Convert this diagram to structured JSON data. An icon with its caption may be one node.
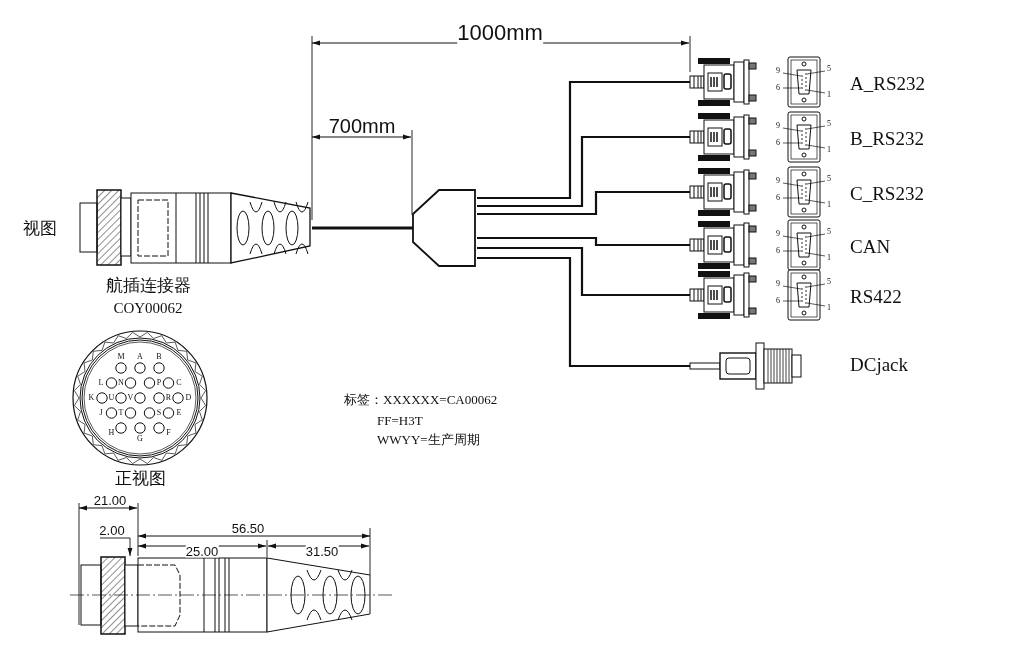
{
  "diagram": {
    "nodes": [
      {
        "text": [],
        "shape": "picture",
        "beside": [
          "视图",
          "航插连接器",
          "COY00062"
        ]
      },
      {
        "text": [],
        "shape": "box"
      },
      {
        "text": [],
        "shape": "picture"
      },
      {
        "text": [],
        "shape": "picture"
      },
      {
        "text": [],
        "shape": "picture"
      },
      {
        "text": [],
        "shape": "picture"
      },
      {
        "text": [],
        "shape": "picture"
      },
      {
        "text": [],
        "shape": "picture"
      }
    ],
    "edges": [
      {
        "from": 0,
        "to": 1,
        "arrow": "none"
      },
      {
        "from": 1,
        "to": 2,
        "arrow": "none"
      },
      {
        "from": 1,
        "to": 3,
        "arrow": "none"
      },
      {
        "from": 1,
        "to": 4,
        "arrow": "none"
      },
      {
        "from": 1,
        "to": 5,
        "arrow": "none"
      },
      {
        "from": 1,
        "to": 6,
        "arrow": "none"
      },
      {
        "from": 1,
        "to": 7,
        "arrow": "none"
      }
    ],
    "labels": [
      "1000mm",
      "700mm",
      "A_RS232",
      "B_RS232",
      "C_RS232",
      "CAN",
      "RS422",
      "DCjack",
      "9",
      "5",
      "6",
      "1",
      "9",
      "5",
      "6",
      "1",
      "9",
      "5",
      "6",
      "1",
      "9",
      "5",
      "6",
      "1",
      "9",
      "5",
      "6",
      "1",
      "M",
      "A",
      "B",
      "L",
      "N",
      "P",
      "C",
      "K",
      "U",
      "V",
      "R",
      "D",
      "J",
      "T",
      "S",
      "E",
      "H",
      "G",
      "F",
      "正视图",
      "标签：XXXXXX=CA00062",
      "FF=H3T",
      "WWYY=生产周期",
      "21.00",
      "2.00",
      "56.50",
      "25.00",
      "31.50"
    ]
  }
}
